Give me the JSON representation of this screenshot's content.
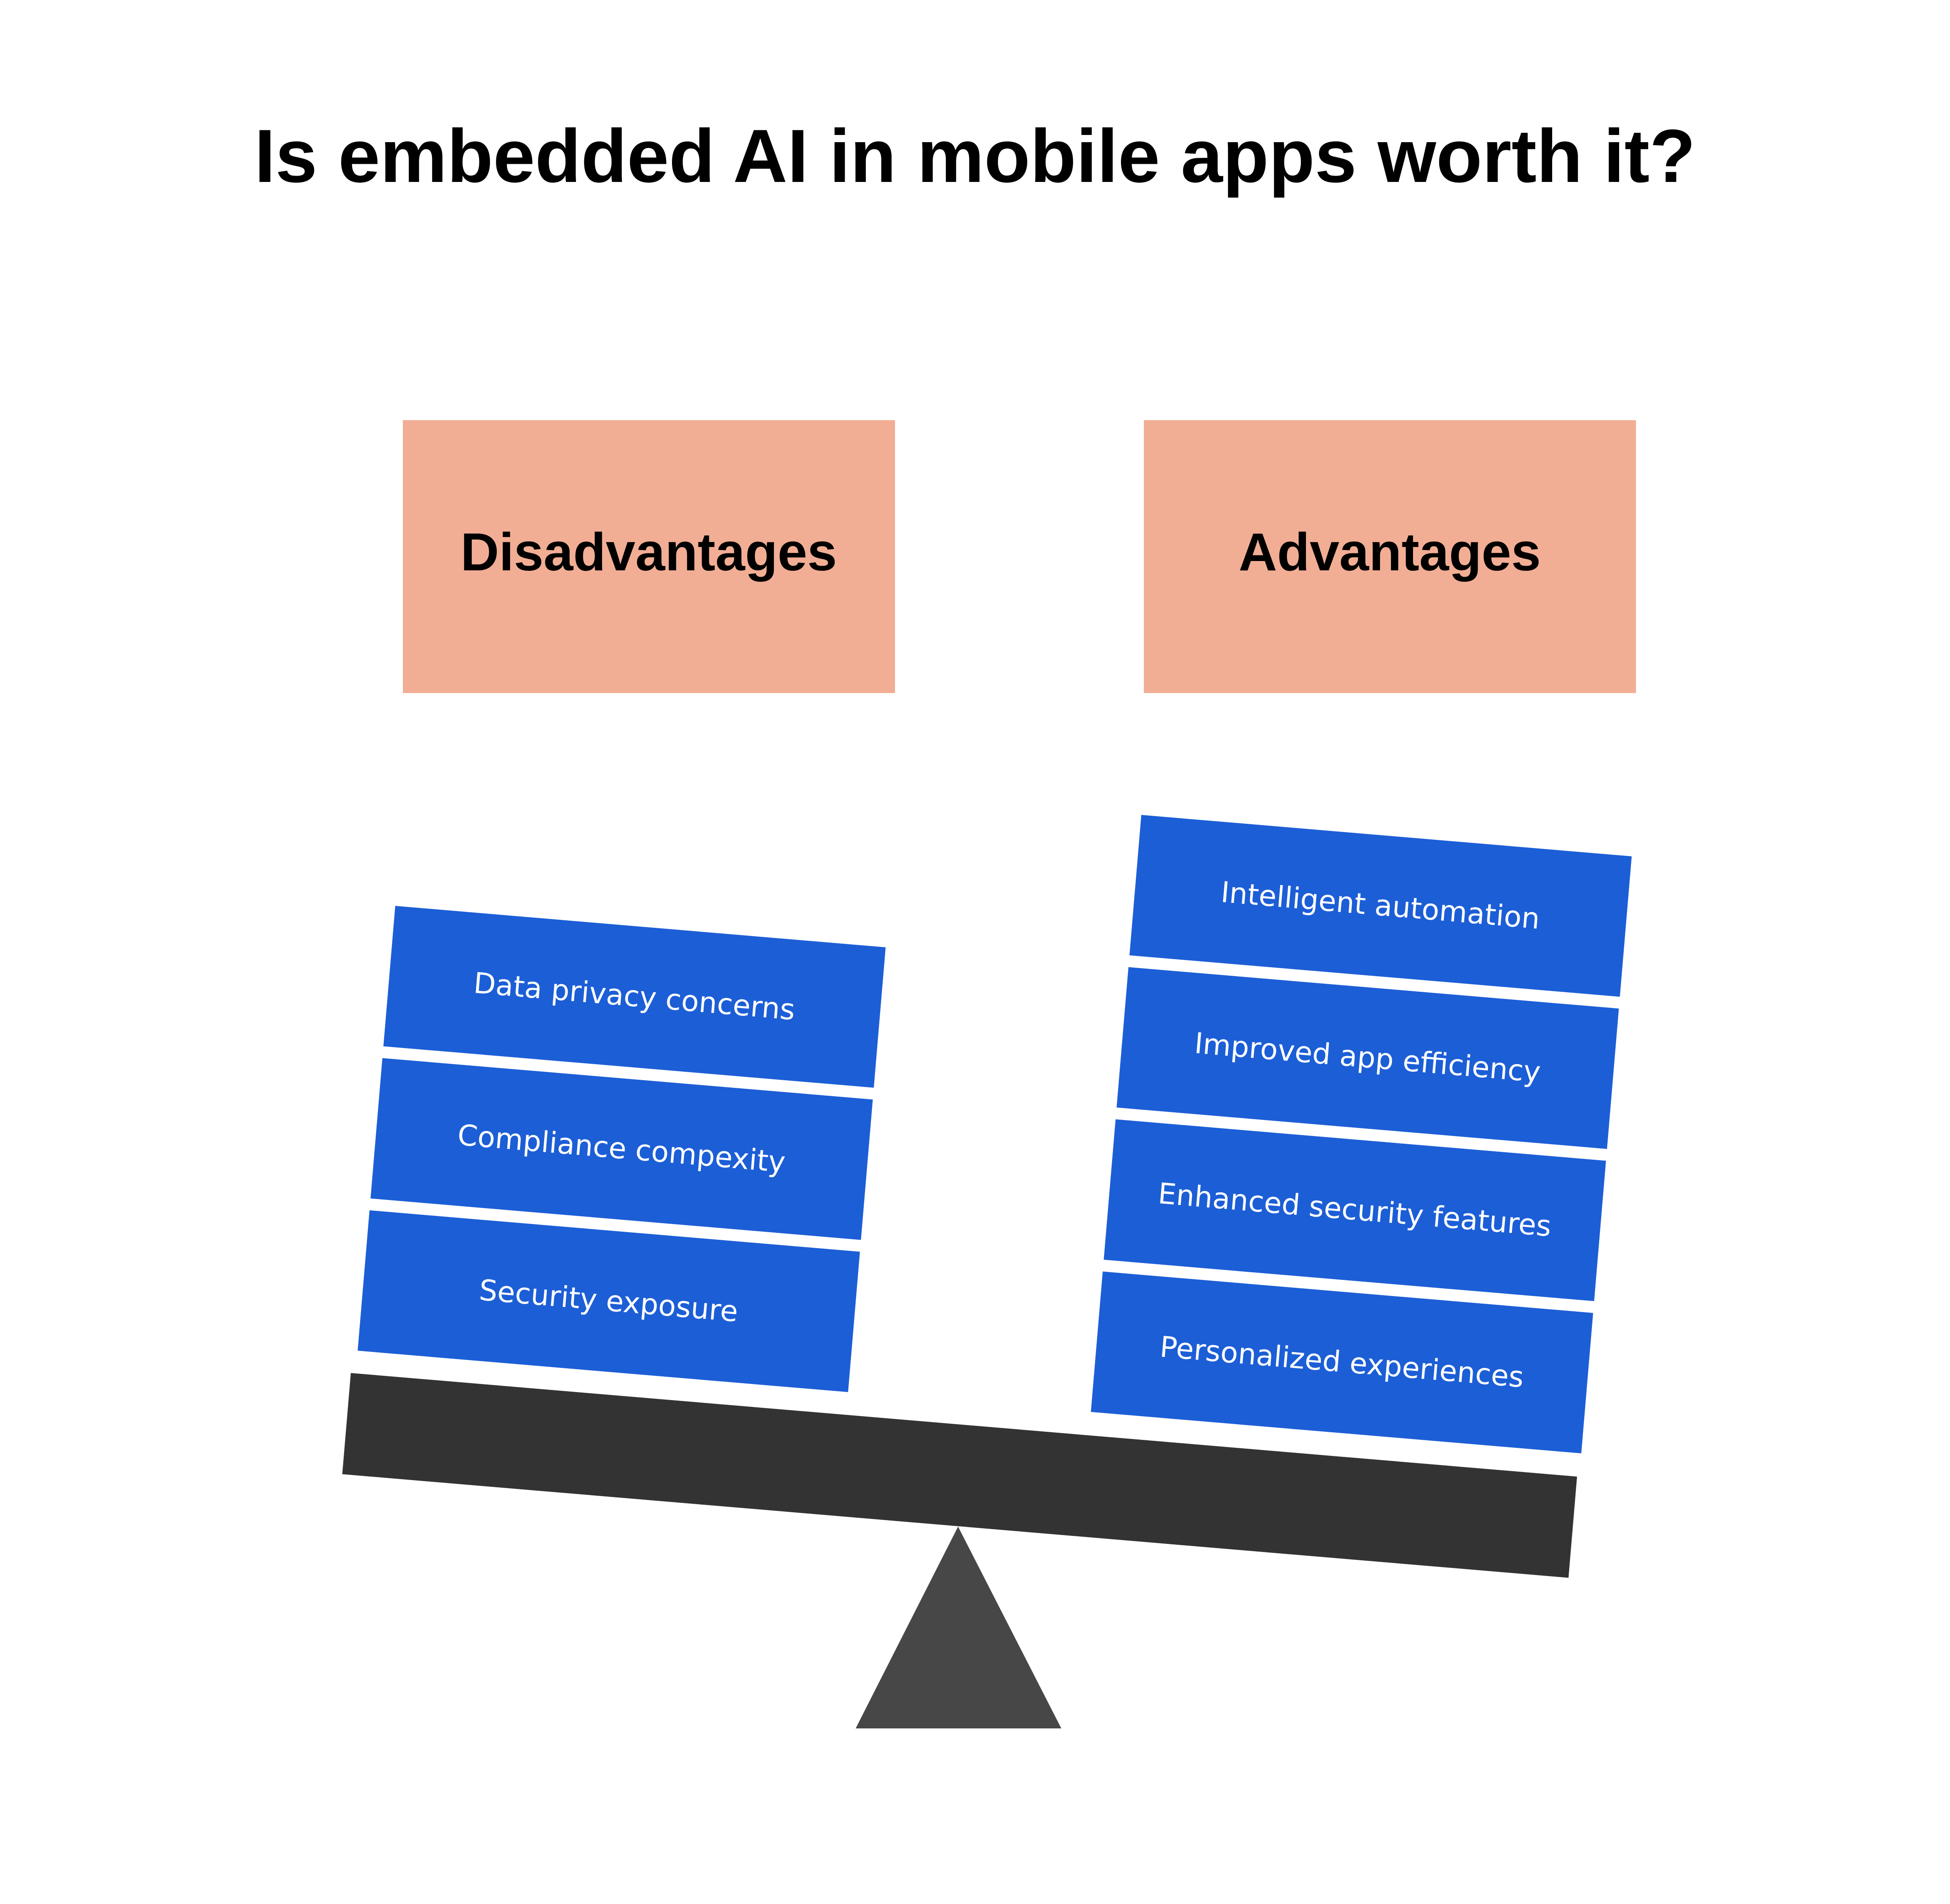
{
  "title": "Is embedded AI in mobile apps worth it?",
  "colors": {
    "header_box": "#F2AE94",
    "item_box": "#1C5ED6",
    "beam": "#333333",
    "fulcrum": "#474747",
    "background": "#FFFFFF"
  },
  "left": {
    "header": "Disadvantages",
    "items": [
      "Data privacy concerns",
      "Compliance compexity",
      "Security exposure"
    ]
  },
  "right": {
    "header": "Advantages",
    "items": [
      "Intelligent automation",
      "Improved app efficiency",
      "Enhanced security features",
      "Personalized experiences"
    ]
  },
  "scale": {
    "tilt": "right side heavier",
    "left_count": 3,
    "right_count": 4
  }
}
